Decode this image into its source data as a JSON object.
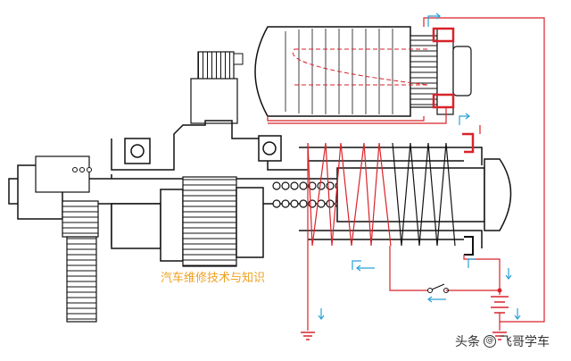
{
  "caption": "汽车维修技术与知识",
  "watermark": {
    "prefix": "头条",
    "handle": "飞哥学车"
  },
  "colors": {
    "circuit": "#d8232a",
    "flow_arrow": "#2aa0d8",
    "outline": "#111111",
    "caption": "#f0a020",
    "background": "#ffffff"
  },
  "icons": [
    "ground-symbol",
    "battery-symbol",
    "switch-symbol",
    "current-arrow"
  ]
}
